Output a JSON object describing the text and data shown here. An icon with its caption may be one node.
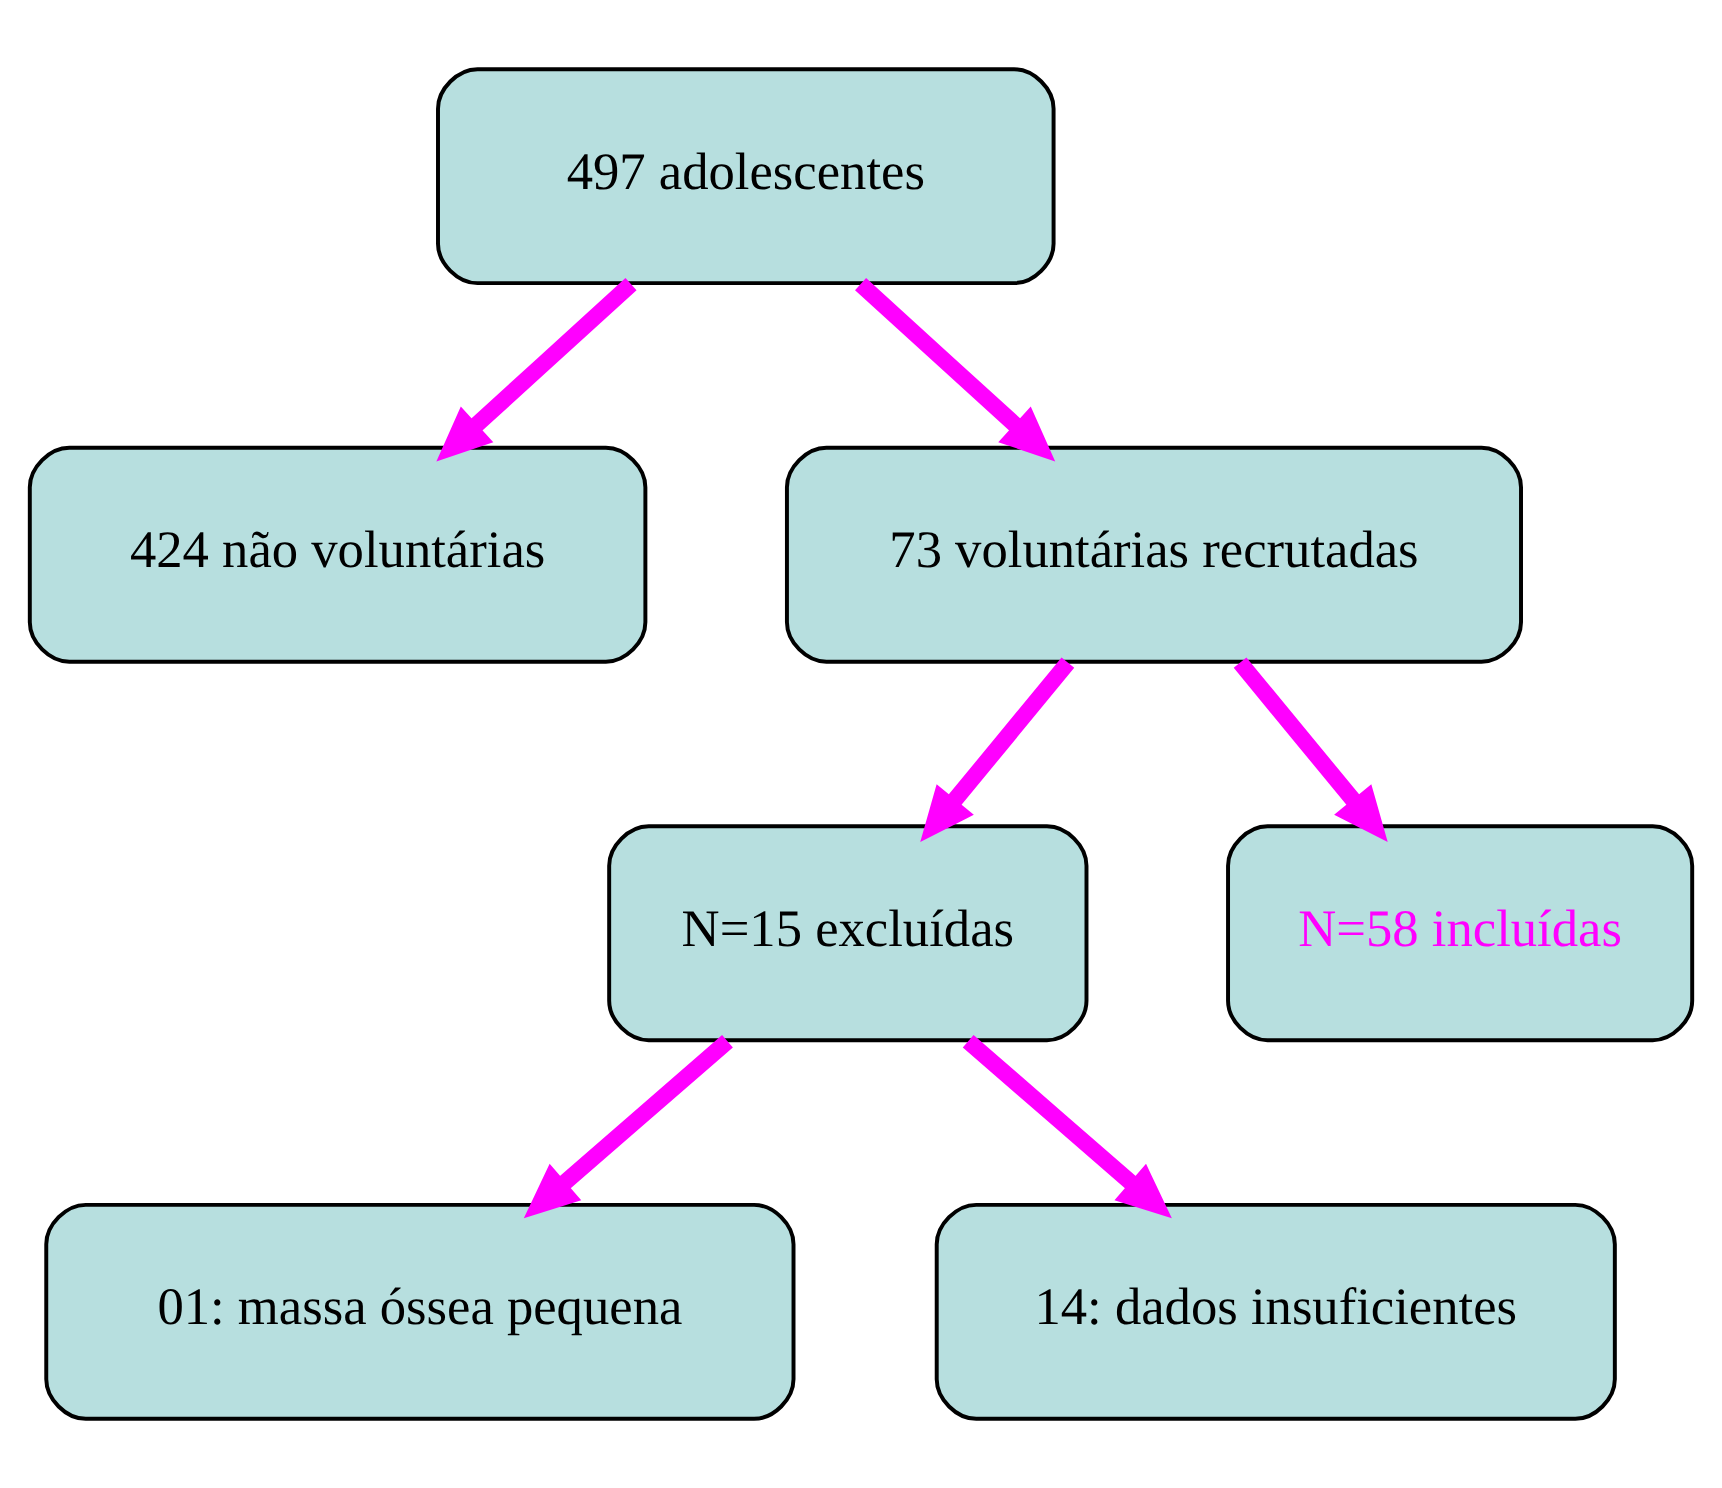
{
  "diagram": {
    "nodes": [
      {
        "text": [
          "497 adolescentes"
        ]
      },
      {
        "text": [
          "424 não voluntárias"
        ]
      },
      {
        "text": [
          "73 voluntárias recrutadas"
        ]
      },
      {
        "text": [
          "N=15 excluídas"
        ]
      },
      {
        "text": [
          "N=58 incluídas"
        ]
      },
      {
        "text": [
          "01: massa óssea pequena"
        ]
      },
      {
        "text": [
          "14: dados insuficientes"
        ]
      }
    ],
    "edges": [
      {
        "from": 0,
        "to": 1,
        "arrow": "to"
      },
      {
        "from": 0,
        "to": 2,
        "arrow": "to"
      },
      {
        "from": 2,
        "to": 3,
        "arrow": "to"
      },
      {
        "from": 2,
        "to": 4,
        "arrow": "to"
      },
      {
        "from": 3,
        "to": 5,
        "arrow": "to"
      },
      {
        "from": 3,
        "to": 6,
        "arrow": "to"
      }
    ]
  }
}
